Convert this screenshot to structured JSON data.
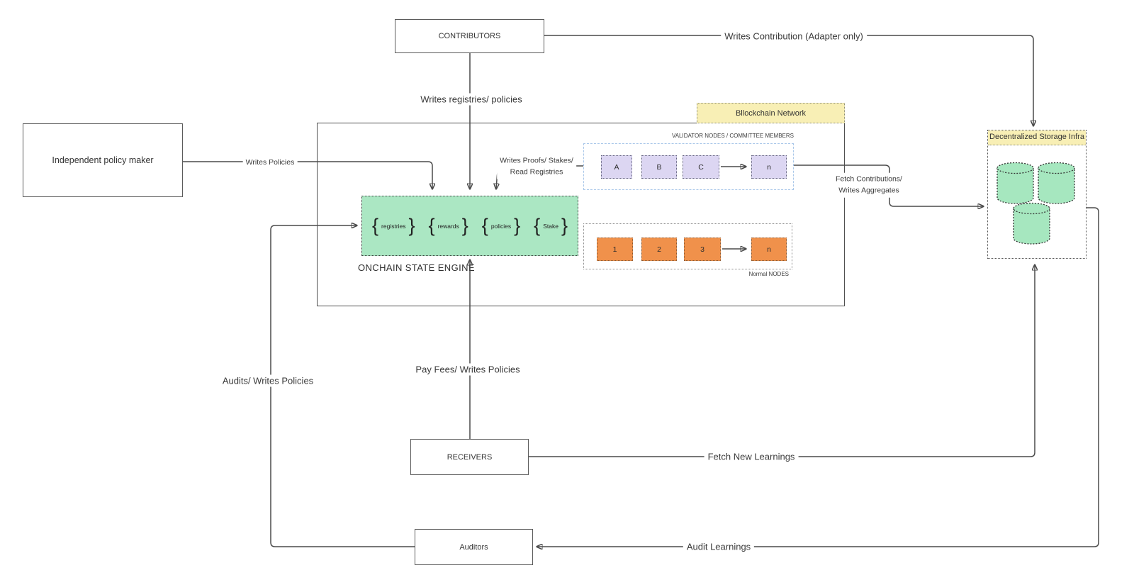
{
  "nodes": {
    "contributors": {
      "label": "CONTRIBUTORS"
    },
    "policy_maker": {
      "label": "Independent policy maker"
    },
    "receivers": {
      "label": "RECEIVERS"
    },
    "auditors": {
      "label": "Auditors"
    }
  },
  "blockchain": {
    "title": "Bllockchain Network",
    "state_engine": {
      "label": "ONCHAIN STATE ENGINE",
      "items": [
        "registries",
        "rewards",
        "policies",
        "Stake"
      ]
    },
    "validators": {
      "label": "VALIDATOR NODES / COMMITTEE MEMBERS",
      "nodes": [
        "A",
        "B",
        "C",
        "n"
      ]
    },
    "normal": {
      "label": "Normal NODES",
      "nodes": [
        "1",
        "2",
        "3",
        "n"
      ]
    }
  },
  "storage": {
    "title": "Decentralized Storage Infra"
  },
  "edges": {
    "writes_contribution": "Writes Contribution (Adapter only)",
    "writes_registries": "Writes registries/ policies",
    "writes_policies": "Writes Policies",
    "writes_proofs_line1": "Writes Proofs/ Stakes/",
    "writes_proofs_line2": "Read Registries",
    "fetch_contributions_line1": "Fetch Contributions/",
    "fetch_contributions_line2": "Writes Aggregates",
    "pay_fees": "Pay Fees/ Writes Policies",
    "fetch_new_learnings": "Fetch New Learnings",
    "audit_learnings": "Audit Learnings",
    "audits_writes_policies": "Audits/ Writes Policies"
  },
  "colors": {
    "box_yellow": "#f8efb5",
    "engine_green": "#abe7c3",
    "validator_lavender": "#dcd6f2",
    "normal_orange": "#f0914b",
    "cylinder_green": "#a6e7bf",
    "line_gray": "#4a4a4a"
  }
}
